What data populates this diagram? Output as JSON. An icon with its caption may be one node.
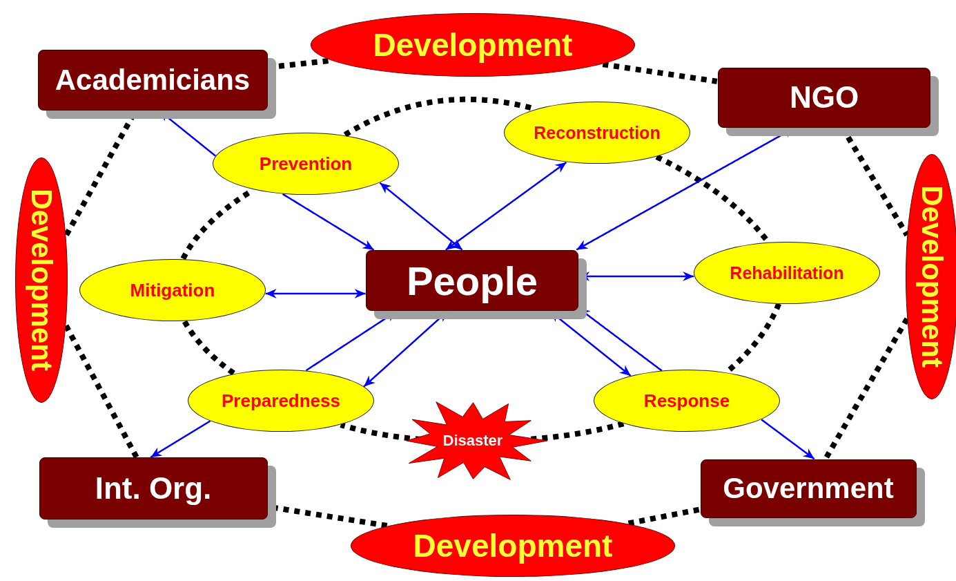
{
  "diagram": {
    "nodes": [
      {
        "text": [
          "Development"
        ]
      },
      {
        "text": [
          "Academicians"
        ]
      },
      {
        "text": [
          "NGO"
        ]
      },
      {
        "text": [
          "Development"
        ]
      },
      {
        "text": [
          "Development"
        ]
      },
      {
        "text": [
          "Reconstruction"
        ]
      },
      {
        "text": [
          "Prevention"
        ]
      },
      {
        "text": [
          "Mitigation"
        ]
      },
      {
        "text": [
          "People"
        ]
      },
      {
        "text": [
          "Rehabilitation"
        ]
      },
      {
        "text": [
          "Preparedness"
        ]
      },
      {
        "text": [
          "Response"
        ]
      },
      {
        "text": [
          "Disaster"
        ]
      },
      {
        "text": [
          "Int. Org."
        ]
      },
      {
        "text": [
          "Government"
        ]
      },
      {
        "text": [
          "Development"
        ]
      }
    ],
    "edges": [
      {
        "from": 1,
        "to": 0,
        "arrow": "none",
        "style": "dashed"
      },
      {
        "from": 0,
        "to": 2,
        "arrow": "none",
        "style": "dashed"
      },
      {
        "from": 2,
        "to": 4,
        "arrow": "none",
        "style": "dashed"
      },
      {
        "from": 4,
        "to": 14,
        "arrow": "none",
        "style": "dashed"
      },
      {
        "from": 14,
        "to": 15,
        "arrow": "none",
        "style": "dashed"
      },
      {
        "from": 15,
        "to": 13,
        "arrow": "none",
        "style": "dashed"
      },
      {
        "from": 13,
        "to": 3,
        "arrow": "none",
        "style": "dashed"
      },
      {
        "from": 3,
        "to": 1,
        "arrow": "none",
        "style": "dashed"
      },
      {
        "from": 6,
        "to": 5,
        "arrow": "none",
        "style": "dashed"
      },
      {
        "from": 5,
        "to": 9,
        "arrow": "none",
        "style": "dashed"
      },
      {
        "from": 9,
        "to": 11,
        "arrow": "none",
        "style": "dashed"
      },
      {
        "from": 11,
        "to": 12,
        "arrow": "none",
        "style": "dashed"
      },
      {
        "from": 12,
        "to": 10,
        "arrow": "none",
        "style": "dashed"
      },
      {
        "from": 10,
        "to": 7,
        "arrow": "none",
        "style": "dashed"
      },
      {
        "from": 7,
        "to": 6,
        "arrow": "none",
        "style": "dashed"
      },
      {
        "from": 6,
        "to": 1,
        "arrow": "to",
        "color": "#0000ff"
      },
      {
        "from": 6,
        "to": 8,
        "arrow": "both",
        "color": "#0000ff"
      },
      {
        "from": 5,
        "to": 8,
        "arrow": "both",
        "color": "#0000ff"
      },
      {
        "from": 2,
        "to": 8,
        "arrow": "both",
        "color": "#0000ff"
      },
      {
        "from": 7,
        "to": 8,
        "arrow": "both",
        "color": "#0000ff"
      },
      {
        "from": 8,
        "to": 9,
        "arrow": "both",
        "color": "#0000ff"
      },
      {
        "from": 10,
        "to": 13,
        "arrow": "to",
        "color": "#0000ff"
      },
      {
        "from": 10,
        "to": 8,
        "arrow": "both",
        "color": "#0000ff"
      },
      {
        "from": 8,
        "to": 11,
        "arrow": "both",
        "color": "#0000ff"
      },
      {
        "from": 11,
        "to": 14,
        "arrow": "to",
        "color": "#0000ff"
      },
      {
        "from": 6,
        "to": 8,
        "arrow": "to",
        "color": "#0000ff"
      },
      {
        "from": 10,
        "to": 8,
        "arrow": "to",
        "color": "#0000ff"
      },
      {
        "from": 11,
        "to": 8,
        "arrow": "to",
        "color": "#0000ff"
      }
    ]
  }
}
